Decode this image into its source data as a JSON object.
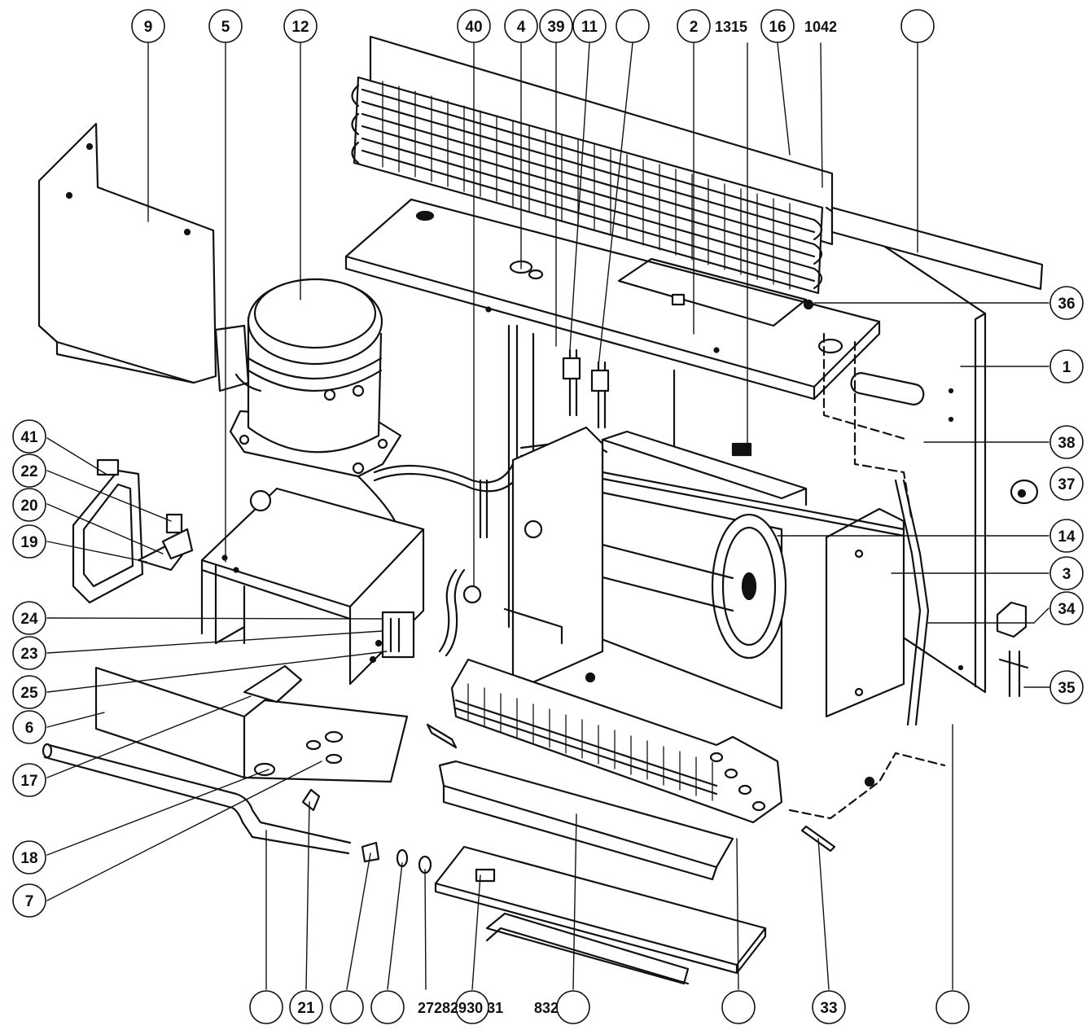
{
  "diagram": {
    "colors": {
      "line": "#111111",
      "background": "#ffffff"
    },
    "callouts": {
      "c9": "9",
      "c5": "5",
      "c12": "12",
      "c40": "40",
      "c4": "4",
      "c39": "39",
      "c11": "11",
      "c_top_blank": "",
      "c2": "2",
      "c16": "16",
      "c_top_right_blank": "",
      "c36": "36",
      "c1": "1",
      "c38": "38",
      "c37": "37",
      "c14": "14",
      "c3": "3",
      "c34": "34",
      "c35": "35",
      "c41": "41",
      "c22": "22",
      "c20": "20",
      "c19": "19",
      "c24": "24",
      "c23": "23",
      "c25": "25",
      "c6": "6",
      "c17": "17",
      "c18": "18",
      "c7": "7",
      "c_bottom_blank_1": "",
      "c21": "21",
      "c_bottom_blank_2": "",
      "c_bottom_blank_3": "",
      "c_bottom_blank_4": "",
      "c_bottom_blank_5": "",
      "c33": "33",
      "c_bottom_blank_6": ""
    },
    "free_labels": {
      "top_1315": "1315",
      "top_1042": "1042",
      "bottom_2728": "27282930 31",
      "bottom_832": "832"
    }
  }
}
